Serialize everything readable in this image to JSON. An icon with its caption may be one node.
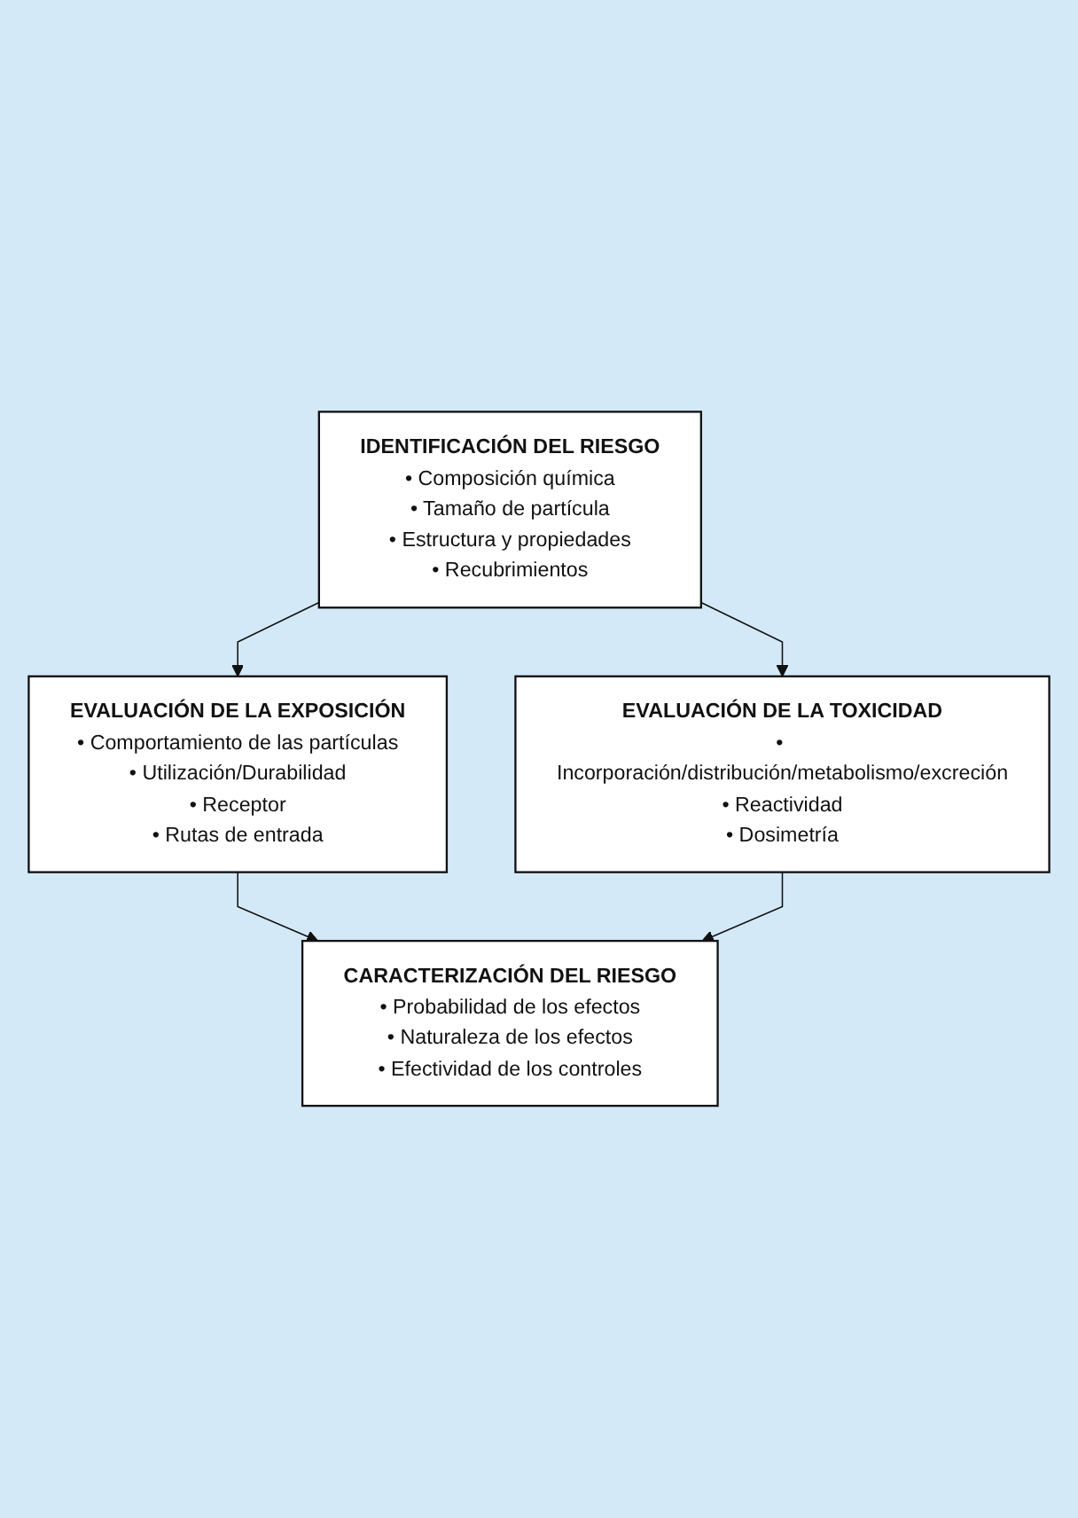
{
  "diagram": {
    "nodes": [
      {
        "text": [
          "IDENTIFICACIÓN DEL RIESGO",
          "• Composición química",
          "• Tamaño de partícula",
          "• Estructura y propiedades",
          "• Recubrimientos"
        ]
      },
      {
        "text": [
          "EVALUACIÓN DE LA EXPOSICIÓN",
          "• Comportamiento de las partículas",
          "• Utilización/Durabilidad",
          "• Receptor",
          "• Rutas de entrada"
        ]
      },
      {
        "text": [
          "EVALUACIÓN DE LA TOXICIDAD",
          "• Incorporación/distribución/metabolismo/excreción",
          "• Reactividad",
          "• Dosimetría"
        ]
      },
      {
        "text": [
          "CARACTERIZACIÓN DEL RIESGO",
          "• Probabilidad de los efectos",
          "• Naturaleza de los efectos",
          "• Efectividad de los controles"
        ]
      }
    ],
    "edges": [
      {
        "from": 0,
        "to": 1,
        "arrow": "to"
      },
      {
        "from": 0,
        "to": 2,
        "arrow": "to"
      },
      {
        "from": 1,
        "to": 3,
        "arrow": "to"
      },
      {
        "from": 2,
        "to": 3,
        "arrow": "to"
      }
    ]
  }
}
